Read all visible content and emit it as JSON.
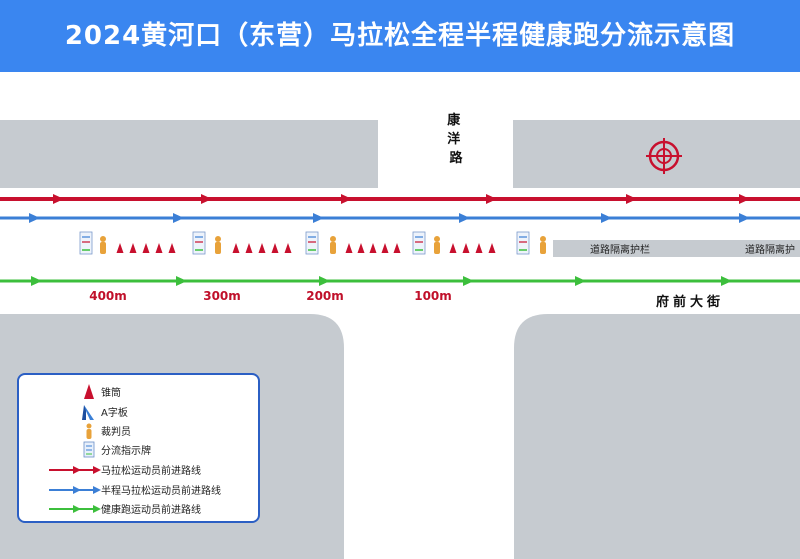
{
  "title": "2024黄河口（东营）马拉松全程半程健康跑分流示意图",
  "colors": {
    "header": "#3a86f0",
    "block": "#c6cbd0",
    "marathon_line": "#c8102e",
    "half_line": "#3b7fd6",
    "health_line": "#3cbf3c",
    "distance_label": "#c0102a",
    "cone": "#c8102e",
    "referee": "#e8a23a",
    "legend_border": "#2b5fc4"
  },
  "icons": {
    "target": "crosshair-circle-icon",
    "cone": "cone-icon",
    "a_board": "a-frame-board-icon",
    "referee": "referee-icon",
    "sign": "diversion-sign-icon"
  },
  "roads": {
    "kangyang": "康\n洋\n路",
    "fuqian": "府前大街"
  },
  "barrier_labels": [
    "道路隔离护栏",
    "道路隔离护"
  ],
  "distance_markers": [
    "400m",
    "300m",
    "200m",
    "100m"
  ],
  "legend": {
    "items": [
      {
        "symbol": "cone",
        "label": "锥筒"
      },
      {
        "symbol": "a-board",
        "label": "A字板"
      },
      {
        "symbol": "referee",
        "label": "裁判员"
      },
      {
        "symbol": "sign",
        "label": "分流指示牌"
      },
      {
        "symbol": "marathon-line",
        "label": "马拉松运动员前进路线"
      },
      {
        "symbol": "half-line",
        "label": "半程马拉松运动员前进路线"
      },
      {
        "symbol": "health-line",
        "label": "健康跑运动员前进路线"
      }
    ]
  }
}
